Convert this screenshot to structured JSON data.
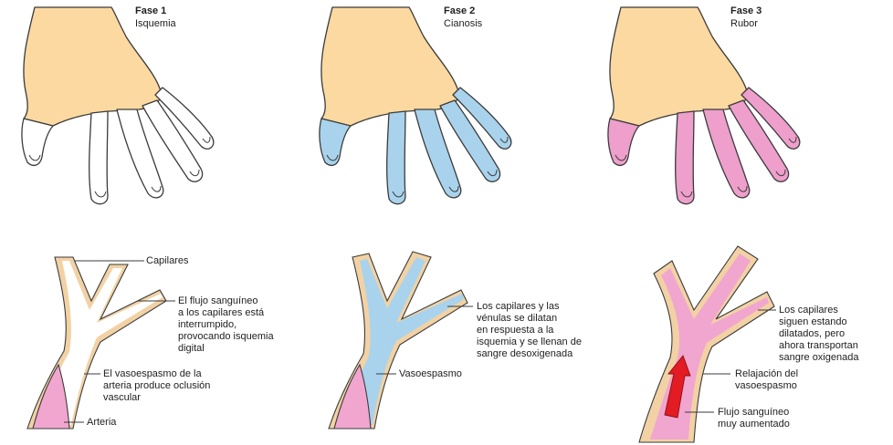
{
  "colors": {
    "skin": "#FBD9A0",
    "skin_edge": "#E3B776",
    "white_fingers": "#FFFFFF",
    "cyanosis": "#A9D3EC",
    "rubor": "#EE9FCB",
    "vessel_wall": "#F2D2A4",
    "blood_pink": "#F1A6CF",
    "blood_red": "#E31B23",
    "outline": "#3B3B3B"
  },
  "phases": [
    {
      "title": "Fase 1",
      "name": "Isquemia"
    },
    {
      "title": "Fase 2",
      "name": "Cianosis"
    },
    {
      "title": "Fase 3",
      "name": "Rubor"
    }
  ],
  "labels": {
    "capilares": "Capilares",
    "flujo_interrumpido": [
      "El flujo sanguíneo",
      "a los capilares está",
      "interrumpido,",
      "provocando isquemia",
      "digital"
    ],
    "vasoespasmo_oclusion": [
      "El vasoespasmo de la",
      "arteria produce oclusión",
      "vascular"
    ],
    "arteria": "Arteria",
    "capilares_venulas": [
      "Los capilares y las",
      "vénulas se dilatan",
      "en respuesta a la",
      "isquemia y se llenan de",
      "sangre desoxigenada"
    ],
    "vasoespasmo": "Vasoespasmo",
    "capilares_dilatados": [
      "Los capilares",
      "siguen estando",
      "dilatados, pero",
      "ahora transportan",
      "sangre oxigenada"
    ],
    "relajacion": [
      "Relajación del",
      "vasoespasmo"
    ],
    "flujo_aumentado": [
      "Flujo sanguíneo",
      "muy aumentado"
    ]
  }
}
